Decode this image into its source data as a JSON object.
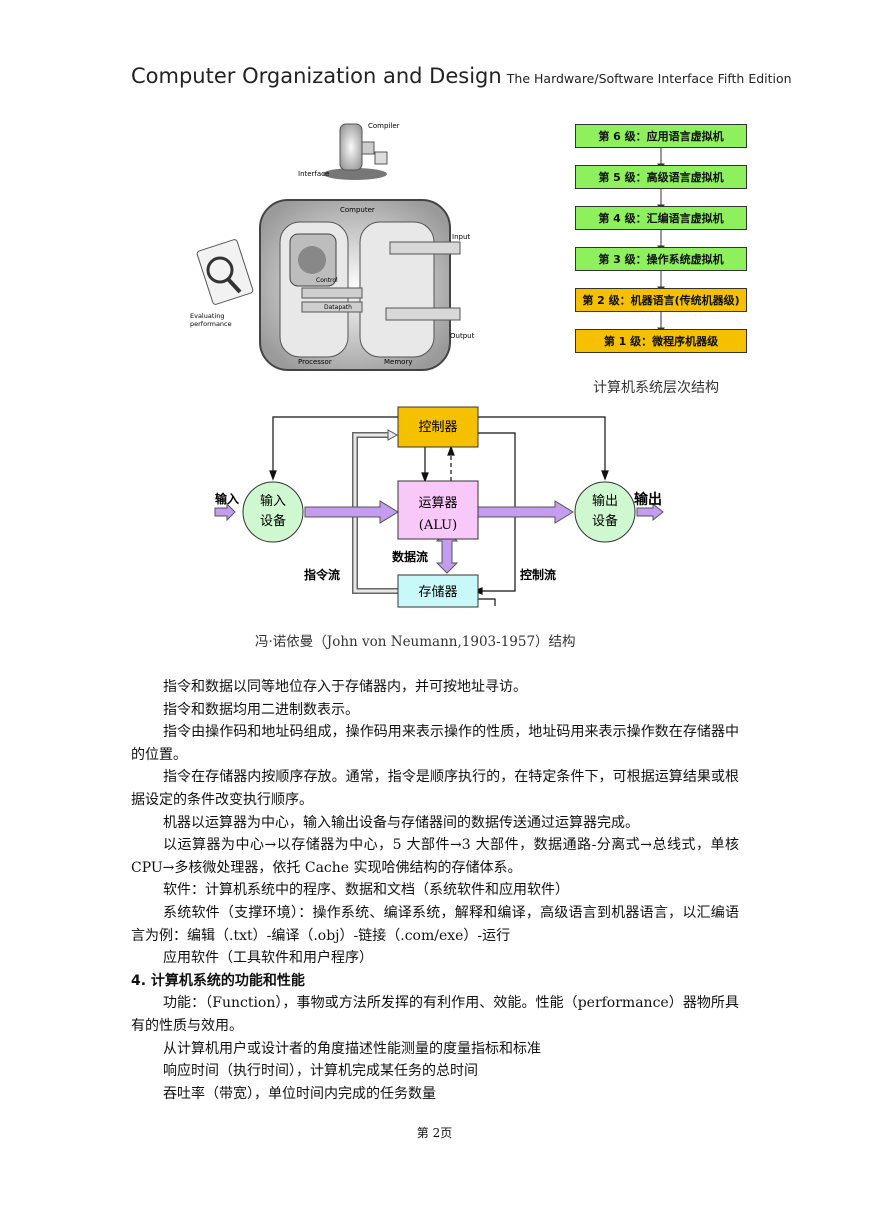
{
  "header": {
    "title": "Computer Organization and Design",
    "subtitle": "The Hardware/Software Interface Fifth Edition"
  },
  "illustration": {
    "labels": {
      "compiler": "Compiler",
      "interface": "Interface",
      "computer": "Computer",
      "input": "Input",
      "control": "Control",
      "datapath": "Datapath",
      "output": "Output",
      "processor": "Processor",
      "memory": "Memory",
      "evaluating": "Evaluating",
      "performance": "performance"
    }
  },
  "levels": {
    "items": [
      {
        "label": "第 6 级：应用语言虚拟机",
        "color": "#8df05c"
      },
      {
        "label": "第 5 级：高级语言虚拟机",
        "color": "#8df05c"
      },
      {
        "label": "第 4 级：汇编语言虚拟机",
        "color": "#8df05c"
      },
      {
        "label": "第 3 级：操作系统虚拟机",
        "color": "#8df05c"
      },
      {
        "label": "第 2 级：机器语言(传统机器级)",
        "color": "#f5c000"
      },
      {
        "label": "第 1 级：微程序机器级",
        "color": "#f5c000"
      }
    ],
    "caption": "计算机系统层次结构"
  },
  "von_neumann": {
    "controller": "控制器",
    "alu_line1": "运算器",
    "alu_line2": "(ALU)",
    "memory": "存储器",
    "input_line1": "输入",
    "input_line2": "设备",
    "output_line1": "输出",
    "output_line2": "设备",
    "input_arrow": "输入",
    "output_arrow": "输出",
    "data_flow": "数据流",
    "instruction_flow": "指令流",
    "control_flow": "控制流",
    "caption": "冯·诺依曼（John von Neumann,1903-1957）结构",
    "colors": {
      "controller": "#f5c000",
      "alu": "#f8c8f8",
      "memory": "#c8f8f8",
      "device": "#d0f8d0",
      "arrow": "#c49cf0"
    }
  },
  "body": {
    "p1": "指令和数据以同等地位存入于存储器内，并可按地址寻访。",
    "p2": "指令和数据均用二进制数表示。",
    "p3": "指令由操作码和地址码组成，操作码用来表示操作的性质，地址码用来表示操作数在存储器中的位置。",
    "p4": "指令在存储器内按顺序存放。通常，指令是顺序执行的，在特定条件下，可根据运算结果或根据设定的条件改变执行顺序。",
    "p5": "机器以运算器为中心，输入输出设备与存储器间的数据传送通过运算器完成。",
    "p6": "以运算器为中心→以存储器为中心，5 大部件→3 大部件，数据通路-分离式→总线式，单核 CPU→多核微处理器，依托 Cache 实现哈佛结构的存储体系。",
    "p7": "软件：计算机系统中的程序、数据和文档（系统软件和应用软件）",
    "p8": "系统软件（支撑环境）：操作系统、编译系统，解释和编译，高级语言到机器语言，以汇编语言为例：编辑（.txt）-编译（.obj）-链接（.com/exe）-运行",
    "p9": "应用软件（工具软件和用户程序）",
    "h4": "4.  计算机系统的功能和性能",
    "p10": "功能：（Function），事物或方法所发挥的有利作用、效能。性能（performance）器物所具有的性质与效用。",
    "p11": "从计算机用户或设计者的角度描述性能测量的度量指标和标准",
    "p12": "响应时间（执行时间），计算机完成某任务的总时间",
    "p13": "吞吐率（带宽），单位时间内完成的任务数量"
  },
  "footer": {
    "page": "第 2页"
  }
}
